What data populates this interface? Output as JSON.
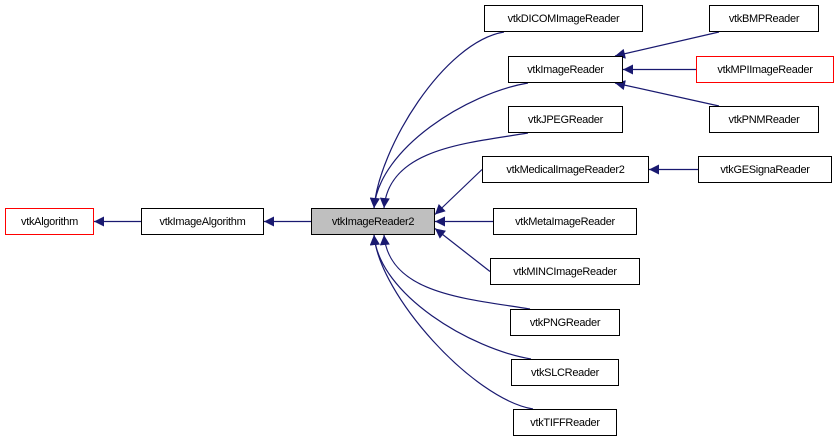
{
  "diagram": {
    "type": "class-inheritance-graph",
    "edge_color": "#191970",
    "current_fill": "#bfbfbf",
    "nodes": {
      "vtkAlgorithm": {
        "label": "vtkAlgorithm",
        "style": "red"
      },
      "vtkImageAlgorithm": {
        "label": "vtkImageAlgorithm",
        "style": "normal"
      },
      "vtkImageReader2": {
        "label": "vtkImageReader2",
        "style": "current"
      },
      "vtkDICOMImageReader": {
        "label": "vtkDICOMImageReader",
        "style": "normal"
      },
      "vtkImageReader": {
        "label": "vtkImageReader",
        "style": "normal"
      },
      "vtkJPEGReader": {
        "label": "vtkJPEGReader",
        "style": "normal"
      },
      "vtkMedicalImageReader2": {
        "label": "vtkMedicalImageReader2",
        "style": "normal"
      },
      "vtkMetaImageReader": {
        "label": "vtkMetaImageReader",
        "style": "normal"
      },
      "vtkMINCImageReader": {
        "label": "vtkMINCImageReader",
        "style": "normal"
      },
      "vtkPNGReader": {
        "label": "vtkPNGReader",
        "style": "normal"
      },
      "vtkSLCReader": {
        "label": "vtkSLCReader",
        "style": "normal"
      },
      "vtkTIFFReader": {
        "label": "vtkTIFFReader",
        "style": "normal"
      },
      "vtkBMPReader": {
        "label": "vtkBMPReader",
        "style": "normal"
      },
      "vtkMPIImageReader": {
        "label": "vtkMPIImageReader",
        "style": "red"
      },
      "vtkPNMReader": {
        "label": "vtkPNMReader",
        "style": "normal"
      },
      "vtkGESignaReader": {
        "label": "vtkGESignaReader",
        "style": "normal"
      }
    },
    "edges": [
      {
        "child": "vtkImageAlgorithm",
        "parent": "vtkAlgorithm"
      },
      {
        "child": "vtkImageReader2",
        "parent": "vtkImageAlgorithm"
      },
      {
        "child": "vtkDICOMImageReader",
        "parent": "vtkImageReader2"
      },
      {
        "child": "vtkImageReader",
        "parent": "vtkImageReader2"
      },
      {
        "child": "vtkJPEGReader",
        "parent": "vtkImageReader2"
      },
      {
        "child": "vtkMedicalImageReader2",
        "parent": "vtkImageReader2"
      },
      {
        "child": "vtkMetaImageReader",
        "parent": "vtkImageReader2"
      },
      {
        "child": "vtkMINCImageReader",
        "parent": "vtkImageReader2"
      },
      {
        "child": "vtkPNGReader",
        "parent": "vtkImageReader2"
      },
      {
        "child": "vtkSLCReader",
        "parent": "vtkImageReader2"
      },
      {
        "child": "vtkTIFFReader",
        "parent": "vtkImageReader2"
      },
      {
        "child": "vtkBMPReader",
        "parent": "vtkImageReader"
      },
      {
        "child": "vtkMPIImageReader",
        "parent": "vtkImageReader"
      },
      {
        "child": "vtkPNMReader",
        "parent": "vtkImageReader"
      },
      {
        "child": "vtkGESignaReader",
        "parent": "vtkMedicalImageReader2"
      }
    ]
  }
}
